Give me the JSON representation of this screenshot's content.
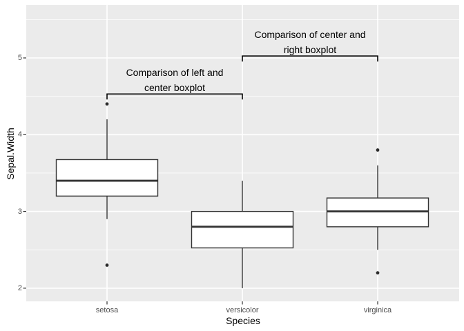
{
  "figure": {
    "colors": {
      "background": "#FFFFFF",
      "panel": "#EBEBEB",
      "grid": "#FFFFFF",
      "box_stroke": "#333333",
      "box_fill": "#FFFFFF",
      "outlier": "#2B2B2B",
      "bracket": "#000000",
      "axis_text": "#4D4D4D",
      "axis_title": "#000000",
      "tick_mark": "#333333"
    }
  },
  "axes": {
    "y_title": "Sepal.Width",
    "x_title": "Species",
    "y_ticks": [
      {
        "label": "5",
        "value": 5
      },
      {
        "label": "4",
        "value": 4
      },
      {
        "label": "3",
        "value": 3
      },
      {
        "label": "2",
        "value": 2
      }
    ],
    "y_minor_ticks": [
      5.5,
      4.5,
      3.5,
      2.5
    ]
  },
  "chart_data": {
    "type": "boxplot",
    "title": "",
    "xlabel": "Species",
    "ylabel": "Sepal.Width",
    "categories": [
      "setosa",
      "versicolor",
      "virginica"
    ],
    "series": [
      {
        "category": "setosa",
        "whisker_low": 2.9,
        "q1": 3.2,
        "median": 3.4,
        "q3": 3.675,
        "whisker_high": 4.2,
        "outliers": [
          2.3,
          4.4
        ]
      },
      {
        "category": "versicolor",
        "whisker_low": 2.0,
        "q1": 2.525,
        "median": 2.8,
        "q3": 3.0,
        "whisker_high": 3.4,
        "outliers": []
      },
      {
        "category": "virginica",
        "whisker_low": 2.5,
        "q1": 2.8,
        "median": 3.0,
        "q3": 3.175,
        "whisker_high": 3.6,
        "outliers": [
          2.2,
          3.8
        ]
      }
    ],
    "y_axis": {
      "ticks": [
        2,
        3,
        4,
        5
      ],
      "minor_ticks": [
        2.5,
        3.5,
        4.5,
        5.5
      ],
      "range": [
        1.83,
        5.69
      ],
      "grid": true
    },
    "annotations": [
      {
        "lines": [
          "Comparison of left and",
          "center boxplot"
        ],
        "from": 0,
        "to": 1,
        "y": 4.53
      },
      {
        "lines": [
          "Comparison of center and",
          "right boxplot"
        ],
        "from": 1,
        "to": 2,
        "y": 5.025
      }
    ],
    "legend": null
  }
}
